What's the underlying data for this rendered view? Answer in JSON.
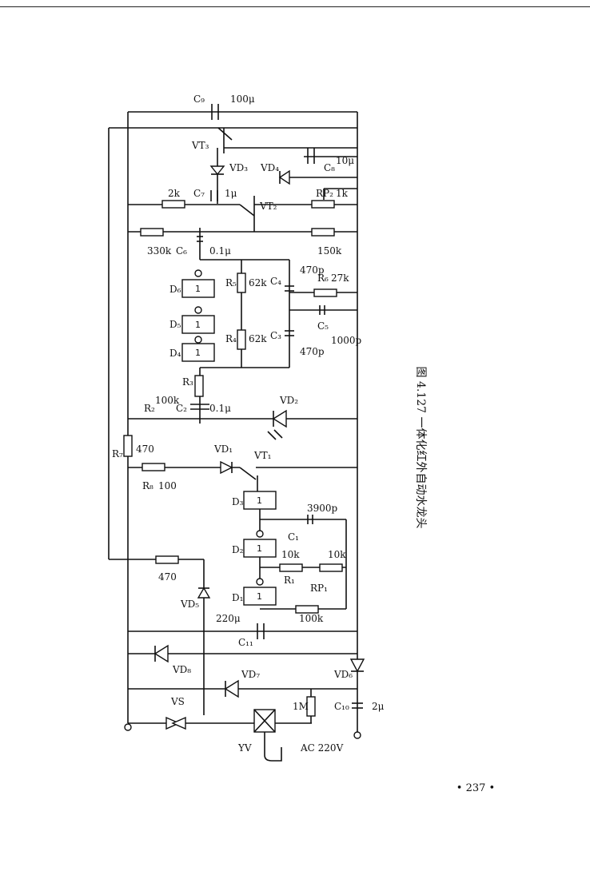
{
  "caption": "图 4.127  一体化红外自动水龙头",
  "page_number": "• 237 •",
  "components": {
    "C9": "C₉",
    "C9_val": "100μ",
    "VT3": "VT₃",
    "VD3": "VD₃",
    "VD4": "VD₄",
    "C8": "C₈",
    "C8_val": "10μ",
    "C7": "C₇",
    "C7_val": "1μ",
    "R_2k": "2k",
    "RP2": "RP₂",
    "RP2_val": "1k",
    "VT2": "VT₂",
    "R_330k": "330k",
    "C6": "C₆",
    "C6_val": "0.1μ",
    "R_150k": "150k",
    "D6": "D₆",
    "D5": "D₅",
    "D4": "D₄",
    "gate": "1",
    "R5": "R₅",
    "R5_val": "62k",
    "R4": "R₄",
    "R4_val": "62k",
    "C4": "C₄",
    "C4_val": "470p",
    "C3": "C₃",
    "C3_val": "470p",
    "R6": "R₆",
    "R6_val": "27k",
    "C5": "C₅",
    "C5_val": "1000p",
    "R3": "R₃",
    "C2": "C₂",
    "C2_val": "0.1μ",
    "R2": "R₂",
    "R2_val": "100k",
    "VD2": "VD₂",
    "R7": "R₇",
    "R7_val": "470",
    "R8": "R₈",
    "R8_val": "100",
    "VD1": "VD₁",
    "VT1": "VT₁",
    "D3": "D₃",
    "D2": "D₂",
    "D1": "D₁",
    "C1": "C₁",
    "C1_val": "3900p",
    "R1": "R₁",
    "R1_val": "10k",
    "RP1": "RP₁",
    "RP1_val": "10k",
    "R_100k": "100k",
    "R_470b": "470",
    "VD5": "VD₅",
    "C11": "C₁₁",
    "C11_val": "220μ",
    "VD8": "VD₈",
    "VD7": "VD₇",
    "VD6": "VD₆",
    "VS": "VS",
    "R_1M": "1M",
    "C10": "C₁₀",
    "C10_val": "2μ",
    "YV": "YV",
    "AC": "AC 220V"
  }
}
